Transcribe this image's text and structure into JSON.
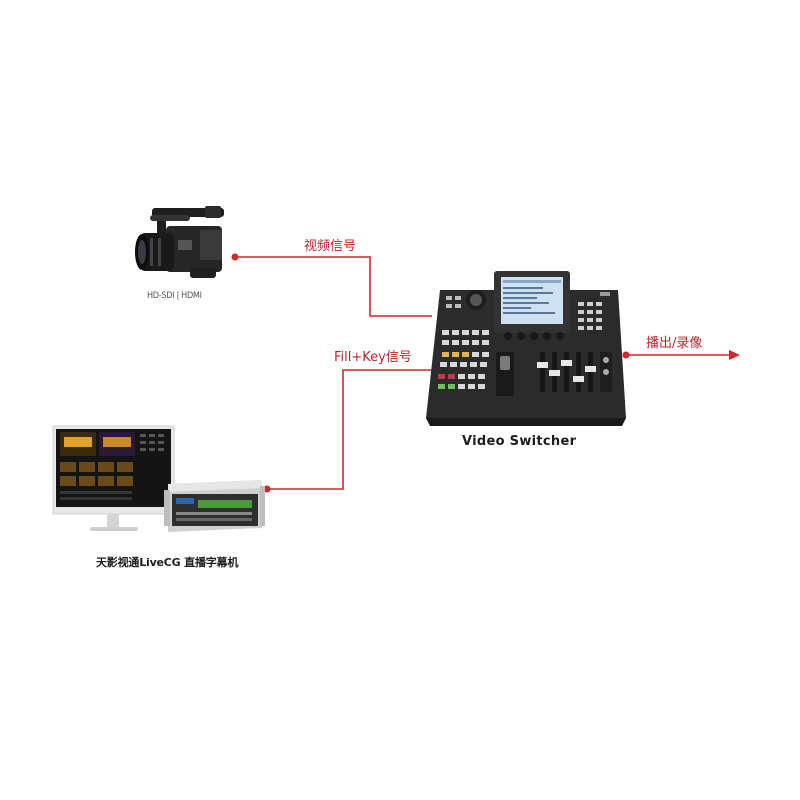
{
  "connections": {
    "camera_signal": "视频信号",
    "cg_signal": "Fill+Key信号",
    "output_signal": "播出/录像"
  },
  "devices": {
    "camera_caption": "HD-SDI | HDMI",
    "switcher_caption": "Video Switcher",
    "cg_caption": "天影视通LiveCG 直播字幕机"
  },
  "colors": {
    "connector": "#d4262c",
    "device_body": "#2a2a2a"
  },
  "icons": {
    "camera": "camcorder-icon",
    "switcher": "video-switcher-icon",
    "cg": "monitor-and-server-icon",
    "output": "arrow-right-icon"
  }
}
